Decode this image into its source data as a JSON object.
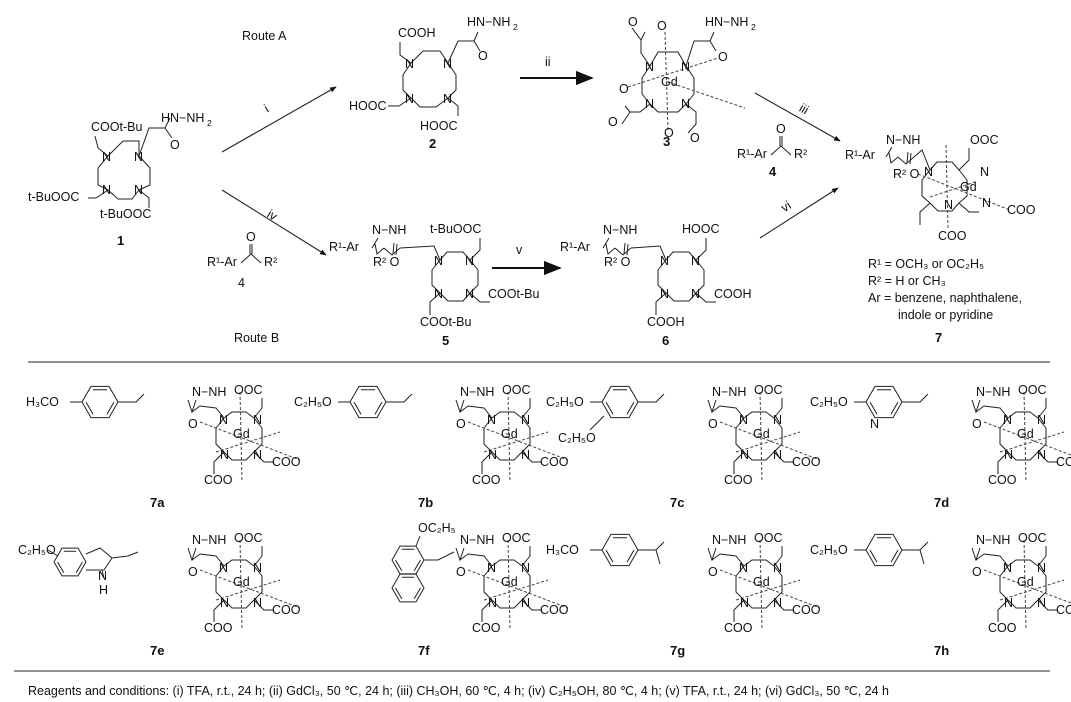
{
  "scheme": {
    "route_a_label": "Route A",
    "route_b_label": "Route B",
    "steps": {
      "i": "i",
      "ii": "ii",
      "iii": "iii",
      "iv": "iv",
      "v": "v",
      "vi": "vi"
    },
    "compounds": {
      "c1": {
        "label": "1",
        "groups": {
          "hydrazide": "HN−NH",
          "h_sub": "2",
          "o": "O",
          "top": "COOt-Bu",
          "left": "t-BuOOC",
          "bottom": "t-BuOOC",
          "n": "N"
        }
      },
      "c2": {
        "label": "2",
        "groups": {
          "hydrazide": "HN−NH",
          "h_sub": "2",
          "o": "O",
          "top": "COOH",
          "left": "HOOC",
          "bottom": "HOOC",
          "n": "N"
        }
      },
      "c3": {
        "label": "3",
        "groups": {
          "hydrazide": "HN−NH",
          "h_sub": "2",
          "o": "O",
          "gd": "Gd",
          "n": "N"
        }
      },
      "c4": {
        "label": "4",
        "groups": {
          "r1ar": "R¹-Ar",
          "r2": "R²",
          "o": "O"
        }
      },
      "c5": {
        "label": "5",
        "groups": {
          "r1ar": "R¹-Ar",
          "nnh": "N−NH",
          "r2o": "R² O",
          "top": "t-BuOOC",
          "right": "COOt-Bu",
          "bottom": "COOt-Bu",
          "n": "N"
        }
      },
      "c6": {
        "label": "6",
        "groups": {
          "r1ar": "R¹-Ar",
          "nnh": "N−NH",
          "r2o": "R² O",
          "top": "HOOC",
          "right": "COOH",
          "bottom": "COOH",
          "n": "N"
        }
      },
      "c7": {
        "label": "7",
        "groups": {
          "r1ar": "R¹-Ar",
          "nnh": "N−NH",
          "r2o": "R² O",
          "top": "OOC",
          "right": "COO",
          "bottom": "COO",
          "gd": "Gd",
          "n": "N"
        }
      }
    },
    "definitions": [
      "R¹ = OCH₃ or OC₂H₅",
      "R² = H or CH₃",
      "Ar = benzene, naphthalene,",
      "indole or pyridine"
    ]
  },
  "examples": [
    {
      "label": "7a",
      "substituent": "H₃CO",
      "aryl": "benzene",
      "r2": "H"
    },
    {
      "label": "7b",
      "substituent": "C₂H₅O",
      "aryl": "benzene",
      "r2": "H"
    },
    {
      "label": "7c",
      "substituent": "C₂H₅O",
      "substituent2": "C₂H₅O",
      "aryl": "benzene",
      "r2": "H"
    },
    {
      "label": "7d",
      "substituent": "C₂H₅O",
      "aryl": "pyridine",
      "ring_n": "N",
      "r2": "H"
    },
    {
      "label": "7e",
      "substituent": "C₂H₅O",
      "aryl": "indole",
      "ring_nh": "N",
      "ring_h": "H",
      "r2": "H"
    },
    {
      "label": "7f",
      "substituent": "OC₂H₅",
      "aryl": "naphthalene",
      "r2": "H"
    },
    {
      "label": "7g",
      "substituent": "H₃CO",
      "aryl": "benzene",
      "r2": "CH₃"
    },
    {
      "label": "7h",
      "substituent": "C₂H₅O",
      "aryl": "benzene",
      "r2": "CH₃"
    }
  ],
  "common": {
    "nnh": "N−NH",
    "o": "O",
    "ooc": "OOC",
    "coo": "COO",
    "gd": "Gd",
    "n": "N"
  },
  "caption": {
    "prefix": "Reagents and conditions: ",
    "conditions": [
      "(i) TFA, r.t., 24 h",
      "(ii) GdCl₃, 50 ℃, 24 h",
      "(iii) CH₃OH, 60 ℃, 4 h",
      "(iv) C₂H₅OH, 80 ℃, 4 h",
      "(v) TFA, r.t., 24 h",
      "(vi) GdCl₃, 50 ℃, 24 h"
    ],
    "full": "Reagents and conditions: (i) TFA, r.t., 24 h; (ii) GdCl₃, 50 ℃, 24 h; (iii) CH₃OH, 60 ℃, 4 h; (iv) C₂H₅OH, 80 ℃, 4 h; (v) TFA, r.t., 24 h; (vi) GdCl₃, 50 ℃, 24 h"
  }
}
